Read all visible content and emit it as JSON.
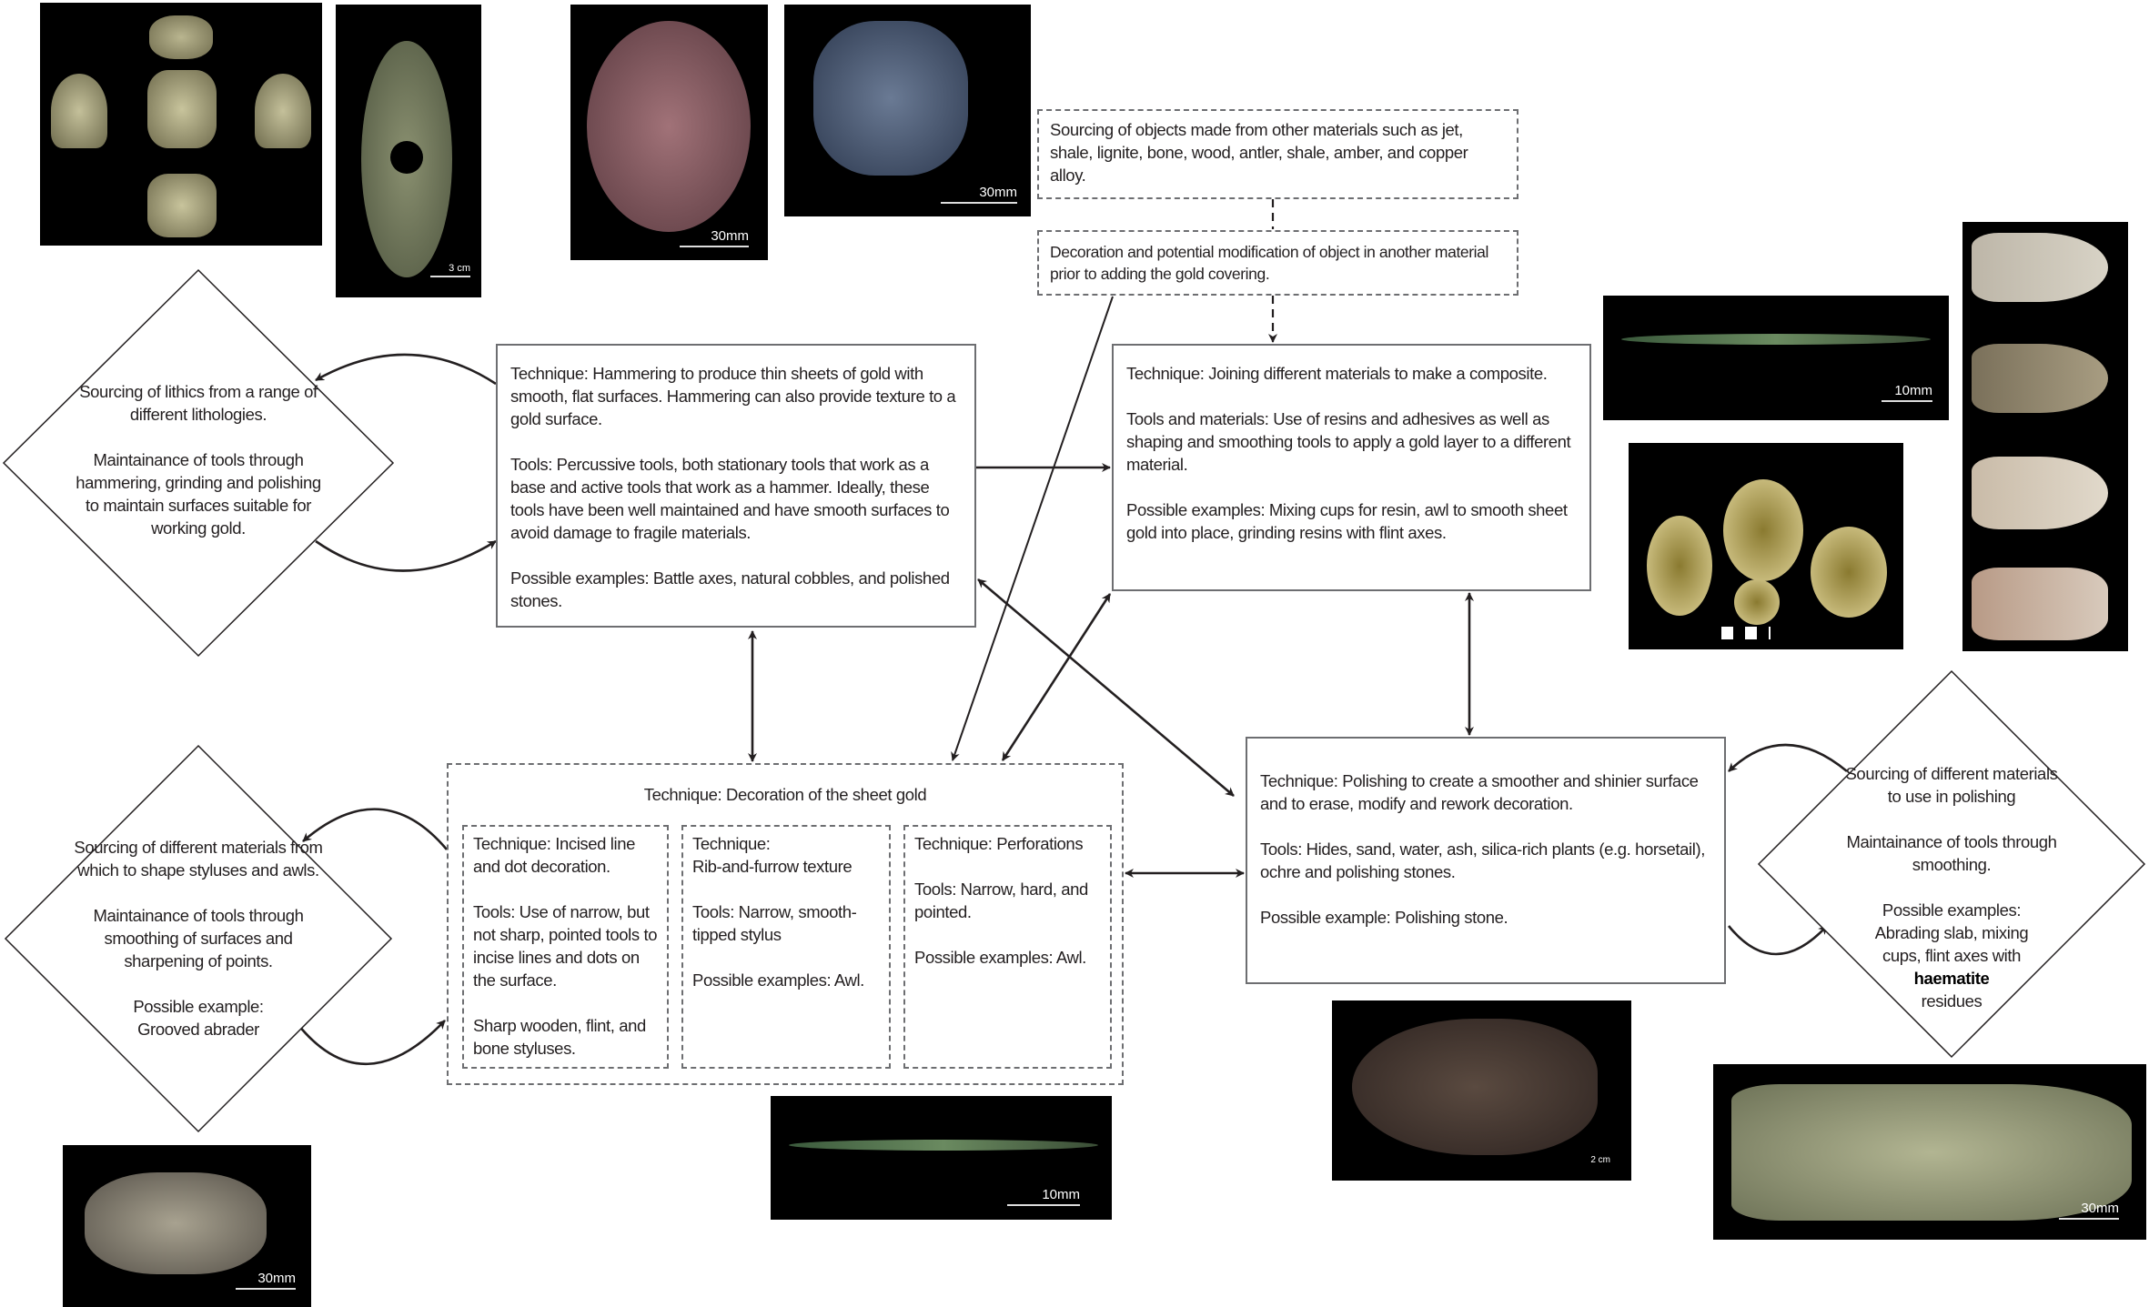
{
  "hammering": {
    "technique": "Technique: Hammering to produce thin sheets of gold with smooth, flat surfaces. Hammering can also provide texture to a gold surface.",
    "tools": "Tools: Percussive tools, both stationary tools that work as a base and active tools that work as a hammer. Ideally, these tools have been well maintained and have smooth surfaces to avoid damage to fragile materials.",
    "examples": "Possible examples: Battle axes, natural cobbles, and polished stones."
  },
  "lithics_diamond": {
    "sourcing": "Sourcing of lithics from a range of different lithologies.",
    "maintenance": "Maintainance of tools through hammering, grinding and polishing to maintain surfaces suitable for working gold."
  },
  "sourcing_other": "Sourcing of objects made from other materials such as jet, shale, lignite, bone, wood, antler, shale, amber, and copper alloy.",
  "decoration_prior": "Decoration and potential modification of object in another material prior to adding the gold covering.",
  "composite": {
    "technique": "Technique: Joining different materials to make a composite.",
    "tools": "Tools and materials: Use of resins and adhesives as well as shaping and smoothing tools to apply a gold layer to a different material.",
    "examples": "Possible examples:  Mixing cups for resin, awl to smooth sheet gold into place, grinding resins with flint axes."
  },
  "decoration": {
    "title": "Technique: Decoration of the sheet gold",
    "incised": {
      "technique": "Technique: Incised line and dot decoration.",
      "tools": "Tools: Use of narrow, but not sharp, pointed tools to incise lines and dots on the surface.",
      "examples": "Sharp wooden, flint, and bone styluses."
    },
    "rib": {
      "technique_label": "Technique:",
      "technique": "Rib-and-furrow texture",
      "tools": "Tools: Narrow, smooth-tipped stylus",
      "examples": "Possible examples: Awl."
    },
    "perforations": {
      "technique": "Technique: Perforations",
      "tools": "Tools: Narrow, hard, and pointed.",
      "examples": "Possible examples: Awl."
    }
  },
  "stylus_diamond": {
    "sourcing": "Sourcing of different materials from which to shape styluses and awls.",
    "maintenance": "Maintainance of tools through smoothing of surfaces and sharpening of points.",
    "example_label": "Possible example:",
    "example": "Grooved abrader"
  },
  "polishing": {
    "technique": "Technique: Polishing to create a smoother and shinier surface and to erase, modify  and rework decoration.",
    "tools": "Tools: Hides, sand, water, ash, silica-rich plants (e.g. horsetail), ochre  and polishing stones.",
    "examples": "Possible example:  Polishing stone."
  },
  "polishing_diamond": {
    "sourcing": "Sourcing of different materials to use in polishing",
    "maintenance": "Maintainance of tools through smoothing.",
    "examples_label": "Possible examples:",
    "examples": "Abrading slab, mixing cups, flint axes with",
    "examples_bold": "haematite",
    "examples_end": "residues"
  },
  "photos": {
    "battle_axe_scale": "3 cm",
    "pink_stone_scale": "30mm",
    "blue_stone_scale": "30mm",
    "awl_top_scale": "10mm",
    "polishing_stone_scale": "2 cm",
    "slab_scale": "30mm",
    "awl_bottom_scale": "10mm",
    "abrader_scale": "30mm"
  }
}
